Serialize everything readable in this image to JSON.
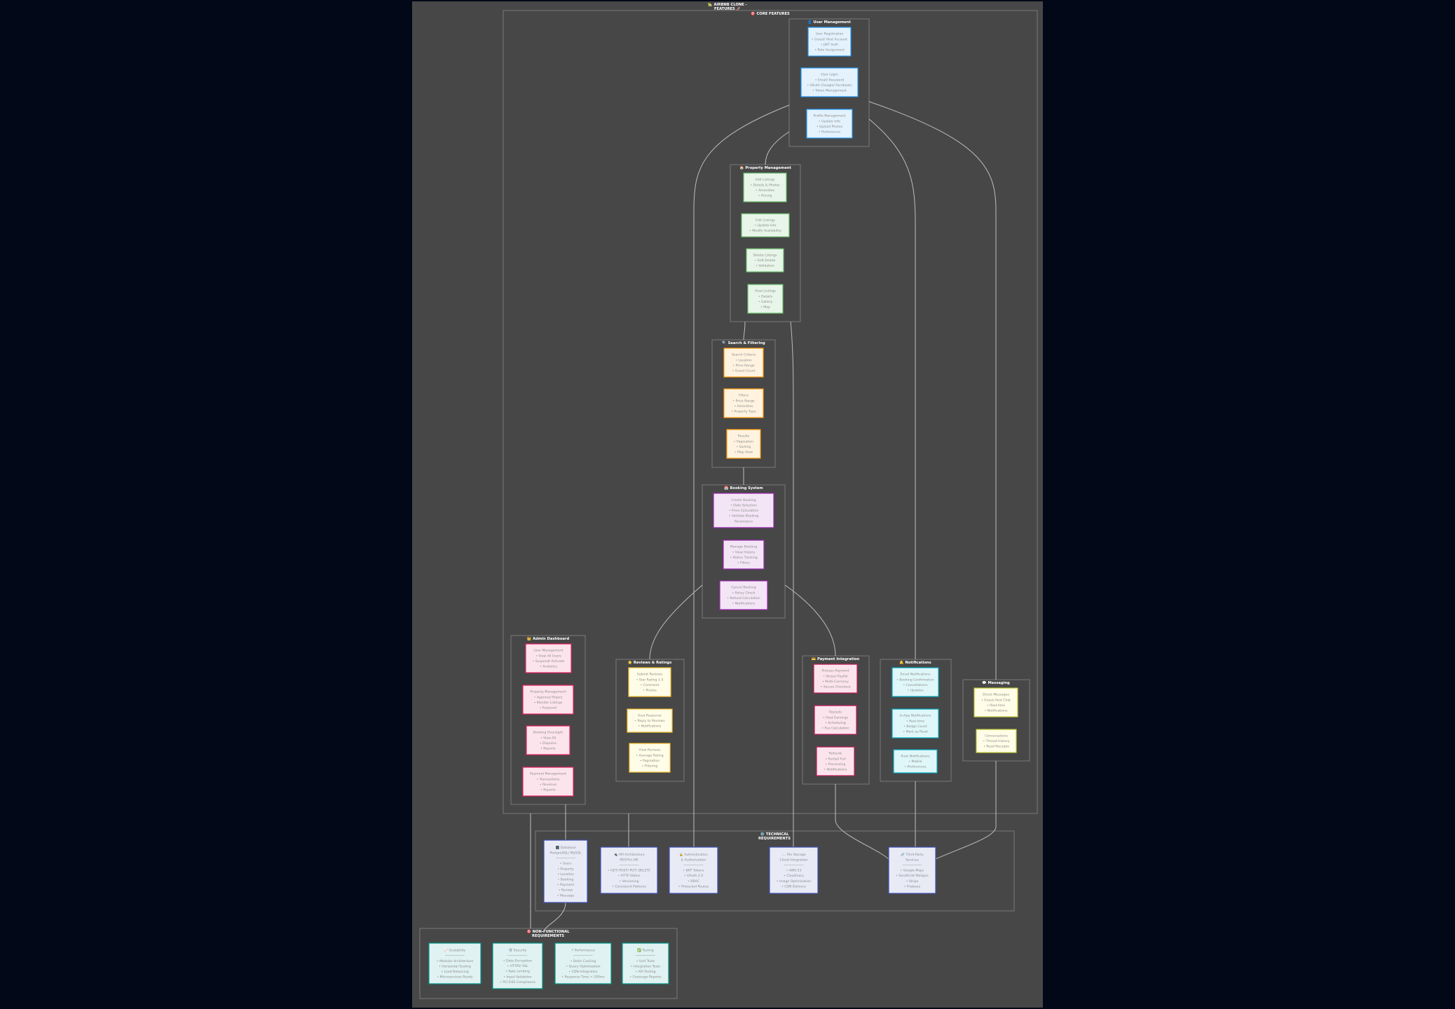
{
  "diagram": {
    "title": [
      "🏡 AIRBNB CLONE -",
      "FEATURES 🚀"
    ],
    "clusters": {
      "core": [
        "🎯 CORE FEATURES"
      ],
      "user": [
        "👤 User Management"
      ],
      "property": [
        "🏠 Property Management"
      ],
      "search": [
        "🔍 Search & Filtering"
      ],
      "booking": [
        "📅 Booking System"
      ],
      "admin": [
        "👑 Admin Dashboard"
      ],
      "reviews": [
        "⭐ Reviews & Ratings"
      ],
      "payment": [
        "💳 Payment Integration"
      ],
      "notifications": [
        "🔔 Notifications"
      ],
      "messaging": [
        "💬 Messaging"
      ],
      "tech": [
        "⚙️ TECHNICAL",
        "REQUIREMENTS"
      ],
      "nfr": [
        "🎯 NON-FUNCTIONAL",
        "REQUIREMENTS"
      ]
    },
    "nodes": {
      "user_reg": [
        "User Registration",
        "• Guest/ Host Account",
        "• JWT Auth",
        "• Role Assignment"
      ],
      "user_login": [
        "User Login",
        "• Email/ Password",
        "• OAuth (Google/ Facebook)",
        "• Token Management"
      ],
      "profile": [
        "Profile Management",
        "• Update Info",
        "• Upload Photos",
        "• Preferences"
      ],
      "add_listing": [
        "Add Listings",
        "• Details & Photos",
        "• Amenities",
        "• Pricing"
      ],
      "edit_listing": [
        "Edit Listings",
        "• Update Info",
        "• Modify Availability"
      ],
      "delete_listing": [
        "Delete Listings",
        "• Soft Delete",
        "• Validation"
      ],
      "view_listing": [
        "View Listings",
        "• Details",
        "• Gallery",
        "• Map"
      ],
      "search_criteria": [
        "Search Criteria",
        "• Location",
        "• Price Range",
        "• Guest Count"
      ],
      "filters": [
        "Filters",
        "• Price Range",
        "• Amenities",
        "• Property Type"
      ],
      "results": [
        "Results",
        "• Pagination",
        "• Sorting",
        "• Map View"
      ],
      "create_booking": [
        "Create Booking",
        "• Date Selection",
        "• Price Calculation",
        "• Validate Booking",
        "Parameters"
      ],
      "manage_booking": [
        "Manage Booking",
        "• View History",
        "• Status Tracking",
        "• Filters"
      ],
      "cancel_booking": [
        "Cancel Booking",
        "• Policy Check",
        "• Refund Calculation",
        "• Notifications"
      ],
      "admin_users": [
        "User Management",
        "• View All Users",
        "• Suspend/ Activate",
        "• Analytics"
      ],
      "admin_props": [
        "Property Management",
        "• Approve/ Reject",
        "• Monitor Listings",
        "• Featured"
      ],
      "admin_bookings": [
        "Booking Oversight",
        "• View All",
        "• Disputes",
        "• Reports"
      ],
      "admin_payments": [
        "Payment Management",
        "• Transactions",
        "• Revenue",
        "• Reports"
      ],
      "submit_reviews": [
        "Submit Reviews",
        "• Star Rating 1-5",
        "• Comment",
        "• Photos"
      ],
      "host_response": [
        "Host Response",
        "• Reply to Reviews",
        "• Notifications"
      ],
      "view_reviews": [
        "View Reviews",
        "• Average Rating",
        "• Pagination",
        "• Filtering"
      ],
      "process_payment": [
        "Process Payment",
        "• Stripe/ PayPal",
        "• Multi-Currency",
        "• Secure Checkout"
      ],
      "payouts": [
        "Payouts",
        "• Host Earnings",
        "• Scheduling",
        "• Fee Calculation"
      ],
      "refunds": [
        "Refunds",
        "• Partial/ Full",
        "• Processing",
        "• Notifications"
      ],
      "email_notif": [
        "Email Notifications",
        "• Booking Confirmation",
        "• Cancellations",
        "• Updates"
      ],
      "inapp_notif": [
        "In-App Notifications",
        "• Real-time",
        "• Badge Count",
        "• Mark as Read"
      ],
      "push_notif": [
        "Push Notifications",
        "• Mobile",
        "• Preferences"
      ],
      "direct_msg": [
        "Direct Messages",
        "• Guest-Host Chat",
        "• Real-time",
        "• Notifications"
      ],
      "conversations": [
        "Conversations",
        "• Thread History",
        "• Read Receipts"
      ],
      "database": [
        "🗄️ Database",
        "PostgreSQL/ MySQL",
        "──────────",
        "• Users",
        "• Property",
        "• Location",
        "• Booking",
        "• Payment",
        "• Review",
        "• Message"
      ],
      "api": [
        "🔌 API Architecture",
        "RESTful API",
        "──────────",
        "• GET/ POST/ PUT/ DELETE",
        "• HTTP Status",
        "• Versioning",
        "• Consistent Patterns"
      ],
      "auth": [
        "🔒 Authentication",
        "& Authorization",
        "──────────",
        "• JWT Tokens",
        "• OAuth 2.0",
        "• RBAC",
        "• Protected Routes"
      ],
      "file_storage": [
        "☁️ File Storage",
        "Cloud Integration",
        "──────────",
        "• AWS S3",
        "• Cloudinary",
        "• Image Optimization",
        "• CDN Delivery"
      ],
      "third_party": [
        "🔗 Third-Party",
        "Services",
        "──────────",
        "• Google Maps",
        "• SendGrid/ Mailgun",
        "• Stripe",
        "• Firebase"
      ],
      "scalability": [
        "📈 Scalability",
        "──────────",
        "• Modular Architecture",
        "• Horizontal Scaling",
        "• Load Balancing",
        "• Microservices Ready"
      ],
      "security": [
        "🛡️ Security",
        "──────────",
        "• Data Encryption",
        "• HTTPS/ SSL",
        "• Rate Limiting",
        "• Input Validation",
        "• PCI DSS Compliance"
      ],
      "performance": [
        "⚡ Performance",
        "──────────",
        "• Redis Caching",
        "• Query Optimization",
        "• CDN Integration",
        "• Response Time < 200ms"
      ],
      "testing": [
        "✅ Testing",
        "──────────",
        "• Unit Tests",
        "• Integration Tests",
        "• API Testing",
        "• Coverage Reports"
      ]
    },
    "colors": {
      "background": "#020817",
      "panel": "#474747",
      "cluster_border": "#7a7a7a",
      "edge": "#bdbdbd",
      "user": {
        "fill": "#e3f2fd",
        "stroke": "#2196f3"
      },
      "property": {
        "fill": "#e8f5e9",
        "stroke": "#66bb6a"
      },
      "search": {
        "fill": "#fff3e0",
        "stroke": "#ff9800"
      },
      "booking": {
        "fill": "#f3e5f5",
        "stroke": "#9c27b0"
      },
      "admin": {
        "fill": "#fce4ec",
        "stroke": "#e91e63"
      },
      "reviews": {
        "fill": "#fffde7",
        "stroke": "#fbc02d"
      },
      "payment": {
        "fill": "#fce4ec",
        "stroke": "#c2185b"
      },
      "notifications": {
        "fill": "#e0f7fa",
        "stroke": "#00acc1"
      },
      "messaging": {
        "fill": "#fffde7",
        "stroke": "#c0ca33"
      },
      "technical": {
        "fill": "#e8eaf6",
        "stroke": "#3f51b5"
      },
      "nfr": {
        "fill": "#e0f2f1",
        "stroke": "#009688"
      }
    }
  }
}
